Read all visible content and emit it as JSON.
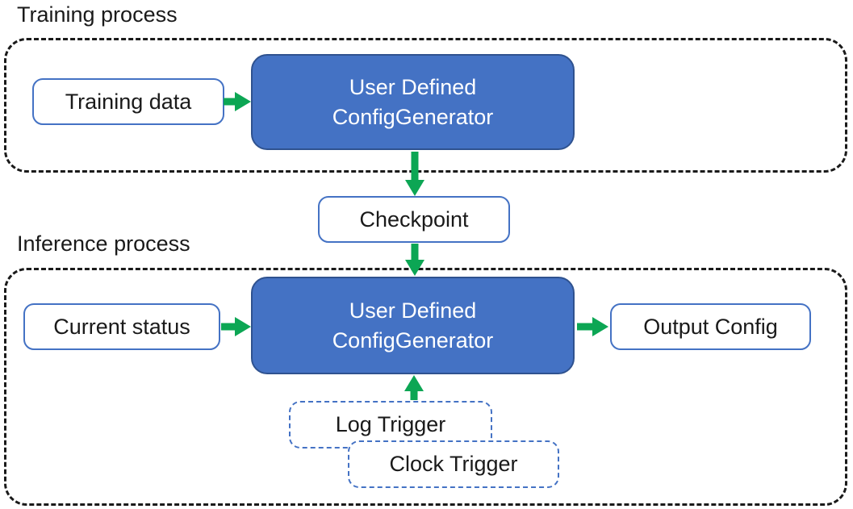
{
  "colors": {
    "box_fill": "#4472C4",
    "box_border": "#2F528F",
    "light_border": "#4472C4",
    "arrow_green": "#0CA654",
    "container_border": "#1a1a1a",
    "text_dark": "#1a1a1a",
    "text_light": "#FFFFFF"
  },
  "training": {
    "label": "Training process",
    "input_box": "Training data",
    "generator": {
      "line1": "User Defined",
      "line2": "ConfigGenerator"
    }
  },
  "checkpoint": {
    "label": "Checkpoint"
  },
  "inference": {
    "label": "Inference process",
    "input_box": "Current status",
    "generator": {
      "line1": "User Defined",
      "line2": "ConfigGenerator"
    },
    "output_box": "Output Config",
    "triggers": [
      {
        "label": "Log Trigger"
      },
      {
        "label": "Clock Trigger"
      }
    ]
  }
}
